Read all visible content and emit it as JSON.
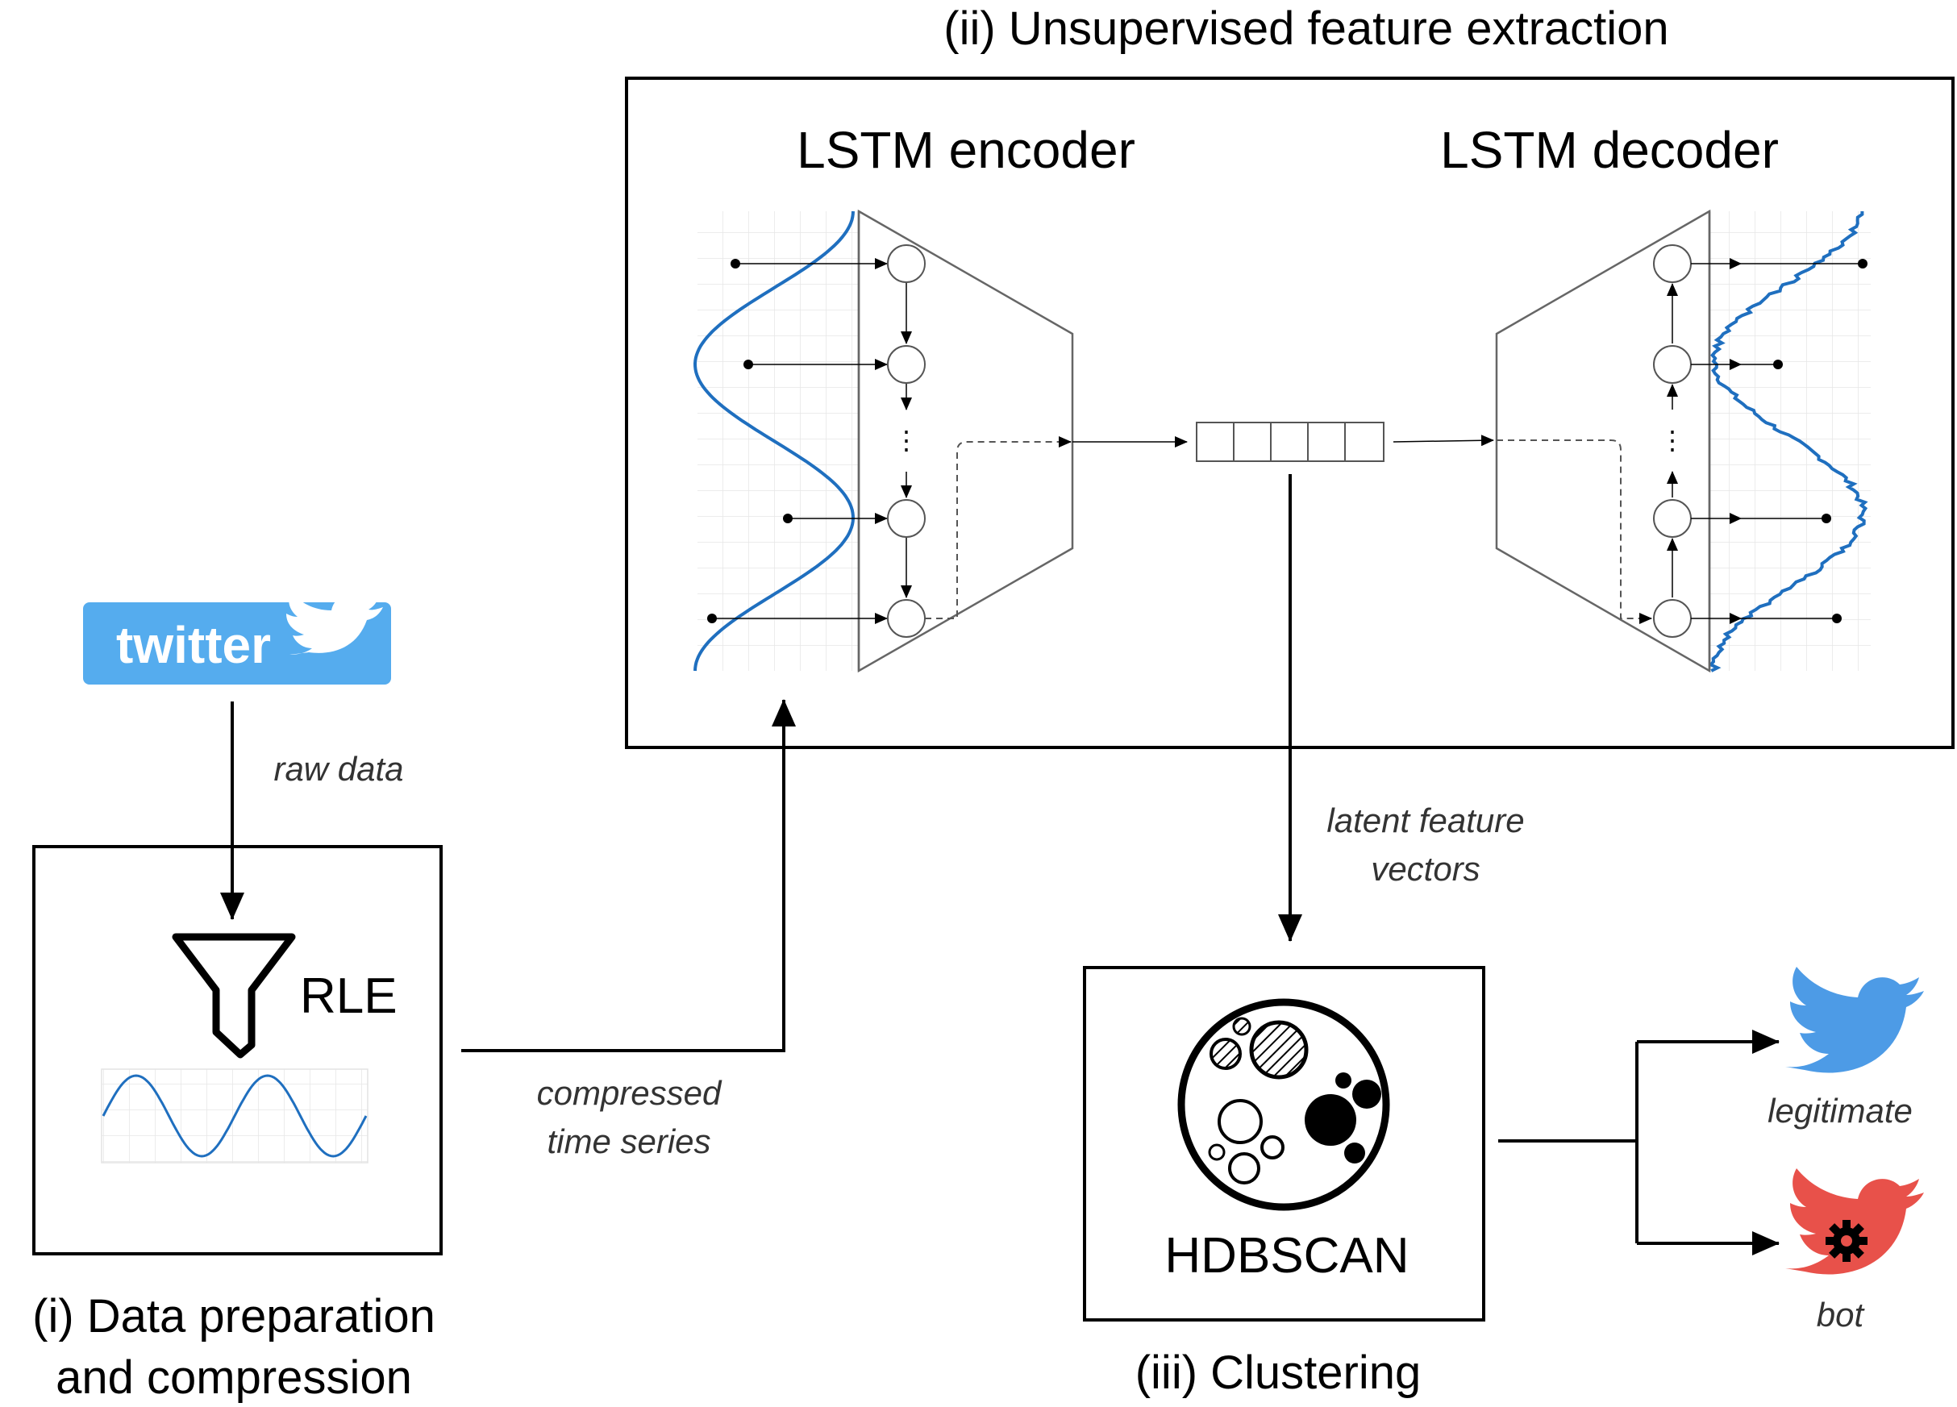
{
  "twitter_logo": {
    "text": "twitter",
    "bg_color": "#55acee"
  },
  "raw_data_label": "raw data",
  "rle_label": "RLE",
  "compressed_label": [
    "compressed",
    "time series"
  ],
  "latent_label": [
    "latent feature",
    "vectors"
  ],
  "stage_i_title": [
    "(i) Data preparation",
    "and compression"
  ],
  "stage_ii_title": "(ii) Unsupervised feature extraction",
  "stage_iii_title": "(iii) Clustering",
  "encoder_title": "LSTM encoder",
  "decoder_title": "LSTM decoder",
  "hdbscan_label": "HDBSCAN",
  "outputs": {
    "legitimate": {
      "label": "legitimate",
      "color": "#4d9be6"
    },
    "bot": {
      "label": "bot",
      "color": "#e8514a"
    }
  },
  "colors": {
    "curve": "#1f6fbf",
    "grid": "#e3e3e3",
    "node_stroke": "#555555"
  }
}
